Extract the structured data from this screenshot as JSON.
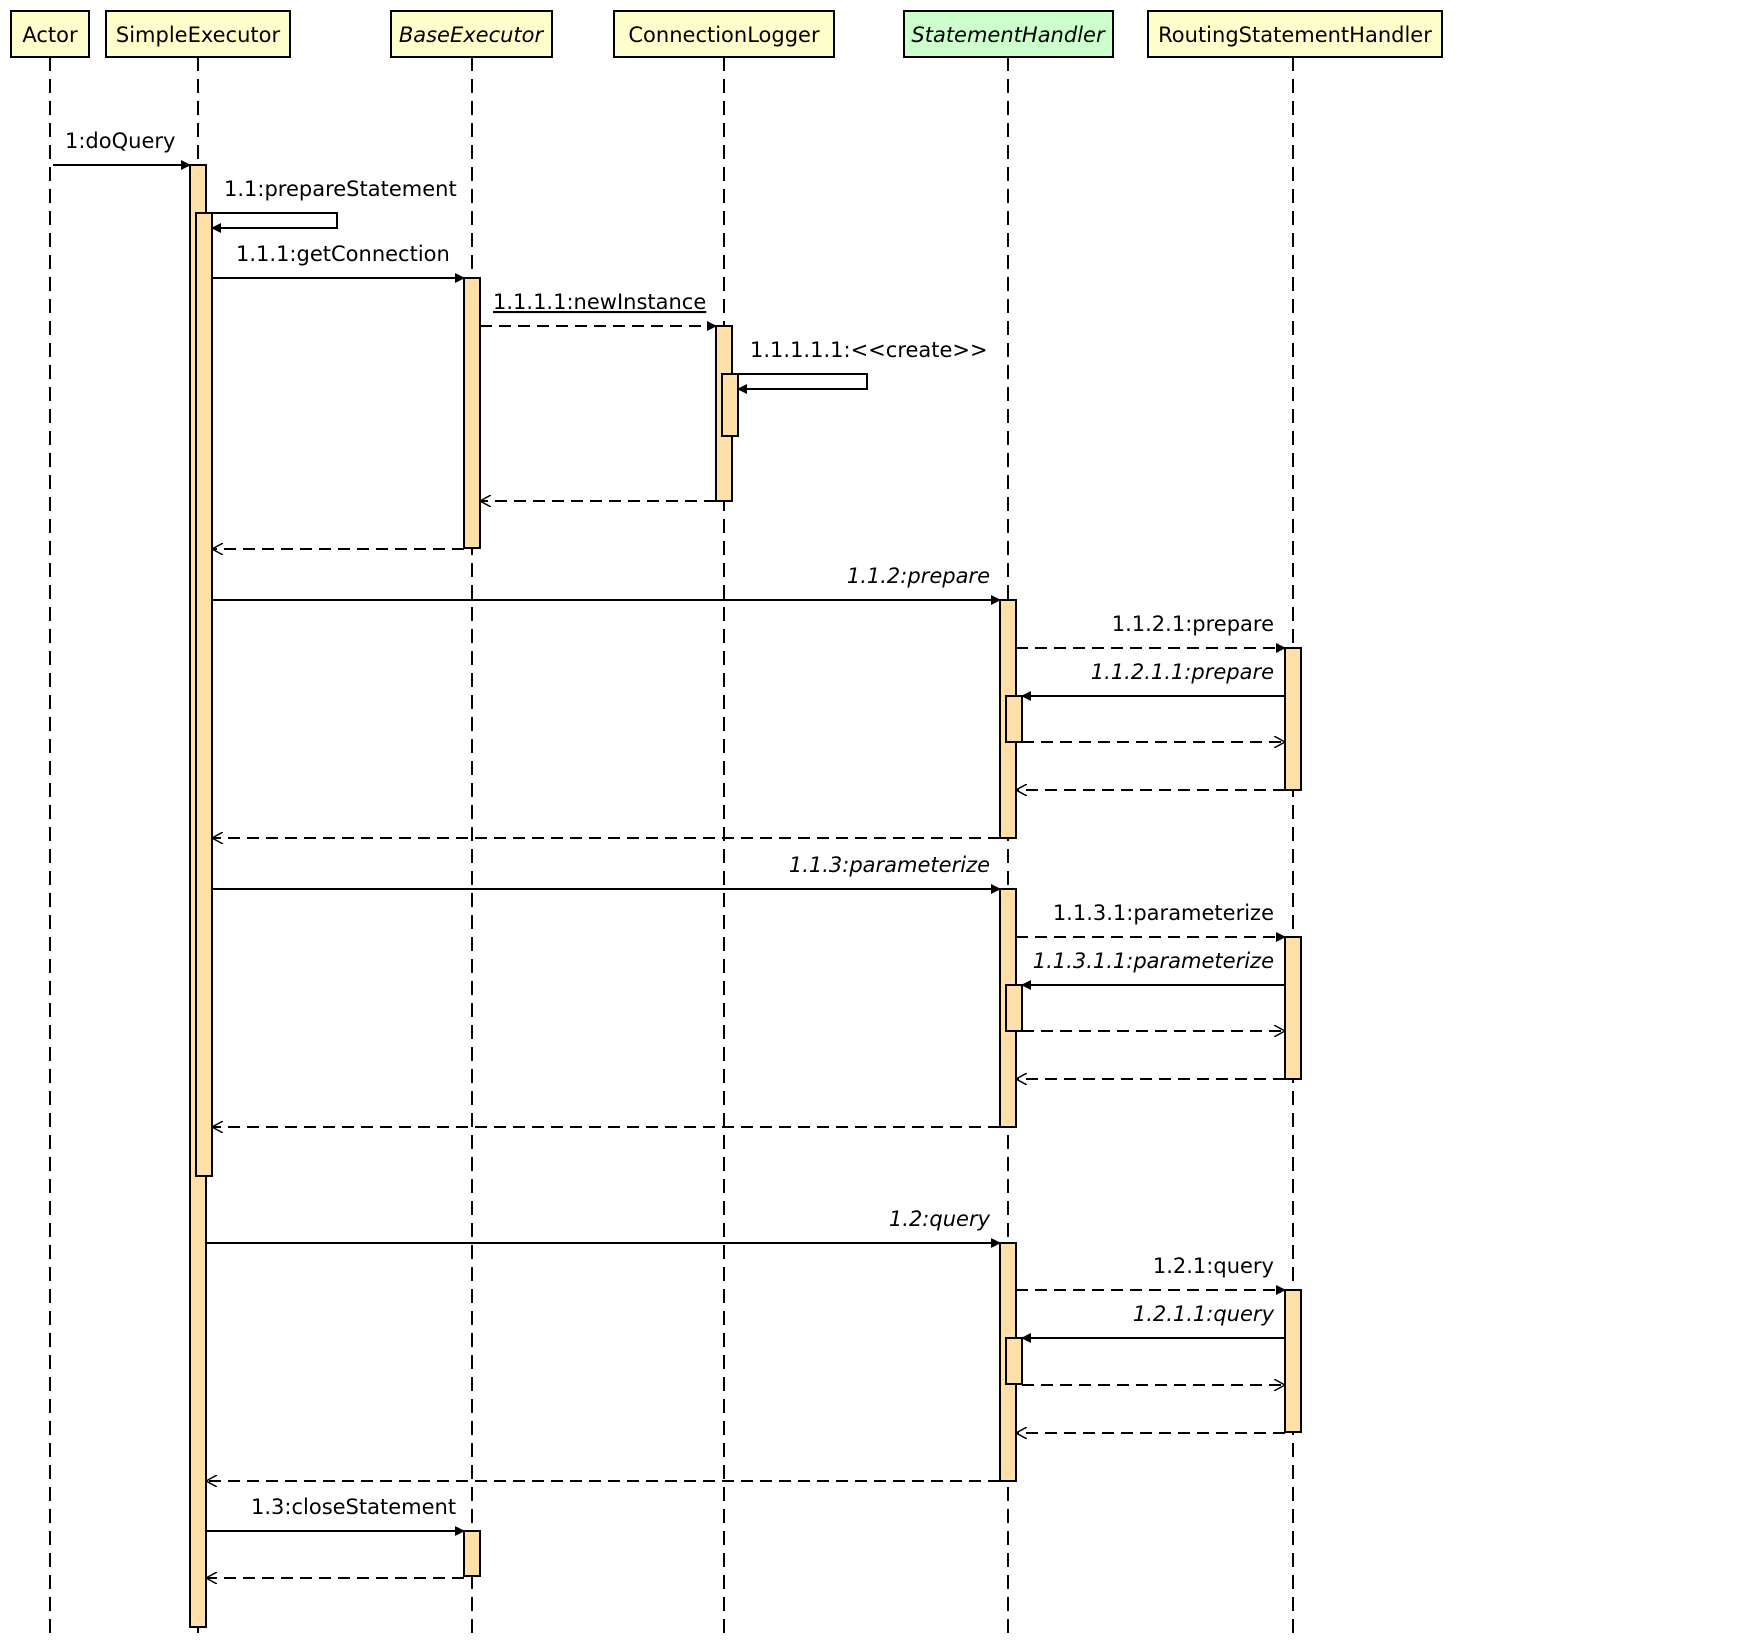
{
  "participants": [
    {
      "name": "Actor",
      "italic": false,
      "fill": "#ffffcc"
    },
    {
      "name": "SimpleExecutor",
      "italic": false,
      "fill": "#ffffcc"
    },
    {
      "name": "BaseExecutor",
      "italic": true,
      "fill": "#ffffcc"
    },
    {
      "name": "ConnectionLogger",
      "italic": false,
      "fill": "#ffffcc"
    },
    {
      "name": "StatementHandler",
      "italic": true,
      "fill": "#ccffcc"
    },
    {
      "name": "RoutingStatementHandler",
      "italic": false,
      "fill": "#ffffcc"
    }
  ],
  "messages": [
    {
      "label": "1:doQuery",
      "style": "",
      "type": "sync",
      "from": "Actor",
      "to": "SimpleExecutor"
    },
    {
      "label": "1.1:prepareStatement",
      "style": "",
      "type": "self",
      "from": "SimpleExecutor",
      "to": "SimpleExecutor"
    },
    {
      "label": "1.1.1:getConnection",
      "style": "",
      "type": "sync",
      "from": "SimpleExecutor",
      "to": "BaseExecutor"
    },
    {
      "label": "1.1.1.1:newInstance",
      "style": "underline",
      "type": "dashed",
      "from": "BaseExecutor",
      "to": "ConnectionLogger"
    },
    {
      "label": "1.1.1.1.1:<<create>>",
      "style": "",
      "type": "self",
      "from": "ConnectionLogger",
      "to": "ConnectionLogger"
    },
    {
      "label": "",
      "style": "",
      "type": "return",
      "from": "ConnectionLogger",
      "to": "BaseExecutor"
    },
    {
      "label": "",
      "style": "",
      "type": "return",
      "from": "BaseExecutor",
      "to": "SimpleExecutor"
    },
    {
      "label": "1.1.2:prepare",
      "style": "italic",
      "type": "sync",
      "from": "SimpleExecutor",
      "to": "StatementHandler"
    },
    {
      "label": "1.1.2.1:prepare",
      "style": "",
      "type": "dashed",
      "from": "StatementHandler",
      "to": "RoutingStatementHandler"
    },
    {
      "label": "1.1.2.1.1:prepare",
      "style": "italic",
      "type": "sync",
      "from": "RoutingStatementHandler",
      "to": "StatementHandler"
    },
    {
      "label": "",
      "style": "",
      "type": "return",
      "from": "StatementHandler",
      "to": "RoutingStatementHandler"
    },
    {
      "label": "",
      "style": "",
      "type": "return",
      "from": "RoutingStatementHandler",
      "to": "StatementHandler"
    },
    {
      "label": "",
      "style": "",
      "type": "return",
      "from": "StatementHandler",
      "to": "SimpleExecutor"
    },
    {
      "label": "1.1.3:parameterize",
      "style": "italic",
      "type": "sync",
      "from": "SimpleExecutor",
      "to": "StatementHandler"
    },
    {
      "label": "1.1.3.1:parameterize",
      "style": "",
      "type": "dashed",
      "from": "StatementHandler",
      "to": "RoutingStatementHandler"
    },
    {
      "label": "1.1.3.1.1:parameterize",
      "style": "italic",
      "type": "sync",
      "from": "RoutingStatementHandler",
      "to": "StatementHandler"
    },
    {
      "label": "",
      "style": "",
      "type": "return",
      "from": "StatementHandler",
      "to": "RoutingStatementHandler"
    },
    {
      "label": "",
      "style": "",
      "type": "return",
      "from": "RoutingStatementHandler",
      "to": "StatementHandler"
    },
    {
      "label": "",
      "style": "",
      "type": "return",
      "from": "StatementHandler",
      "to": "SimpleExecutor"
    },
    {
      "label": "1.2:query",
      "style": "italic",
      "type": "sync",
      "from": "SimpleExecutor",
      "to": "StatementHandler"
    },
    {
      "label": "1.2.1:query",
      "style": "",
      "type": "dashed",
      "from": "StatementHandler",
      "to": "RoutingStatementHandler"
    },
    {
      "label": "1.2.1.1:query",
      "style": "italic",
      "type": "sync",
      "from": "RoutingStatementHandler",
      "to": "StatementHandler"
    },
    {
      "label": "",
      "style": "",
      "type": "return",
      "from": "StatementHandler",
      "to": "RoutingStatementHandler"
    },
    {
      "label": "",
      "style": "",
      "type": "return",
      "from": "RoutingStatementHandler",
      "to": "StatementHandler"
    },
    {
      "label": "",
      "style": "",
      "type": "return",
      "from": "StatementHandler",
      "to": "SimpleExecutor"
    },
    {
      "label": "1.3:closeStatement",
      "style": "",
      "type": "sync",
      "from": "SimpleExecutor",
      "to": "BaseExecutor"
    },
    {
      "label": "",
      "style": "",
      "type": "return",
      "from": "BaseExecutor",
      "to": "SimpleExecutor"
    }
  ],
  "colors": {
    "activation": "#ffe0a8",
    "line": "#000000"
  }
}
